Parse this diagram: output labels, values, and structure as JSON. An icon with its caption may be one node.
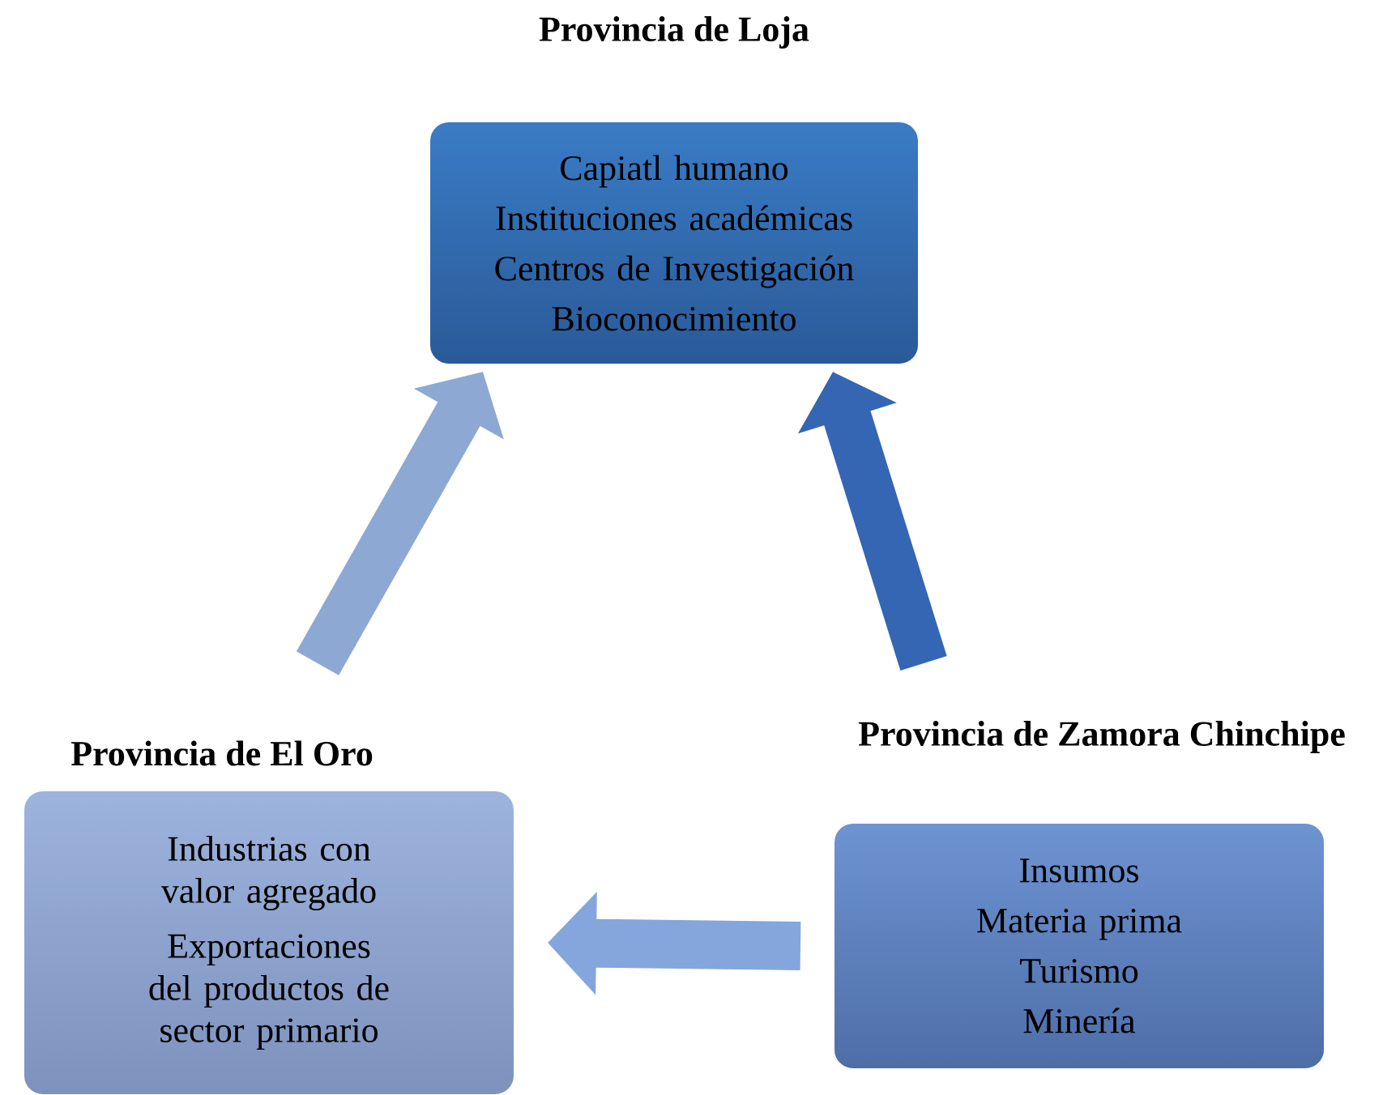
{
  "diagram": {
    "nodes": [
      {
        "text": [
          "Provincia de Loja",
          "Capiatl humano",
          "Instituciones académicas",
          "Centros de Investigación",
          "Bioconocimiento"
        ]
      },
      {
        "text": [
          "Provincia de El Oro",
          "Industrias con valor agregado",
          "Exportaciones del productos de sector primario"
        ]
      },
      {
        "text": [
          "Provincia de Zamora Chinchipe",
          "Insumos",
          "Materia prima",
          "Turismo",
          "Minería"
        ]
      }
    ],
    "edges": [
      {
        "from": 1,
        "to": 0,
        "arrow": "to"
      },
      {
        "from": 2,
        "to": 0,
        "arrow": "to"
      },
      {
        "from": 2,
        "to": 1,
        "arrow": "to"
      }
    ]
  }
}
